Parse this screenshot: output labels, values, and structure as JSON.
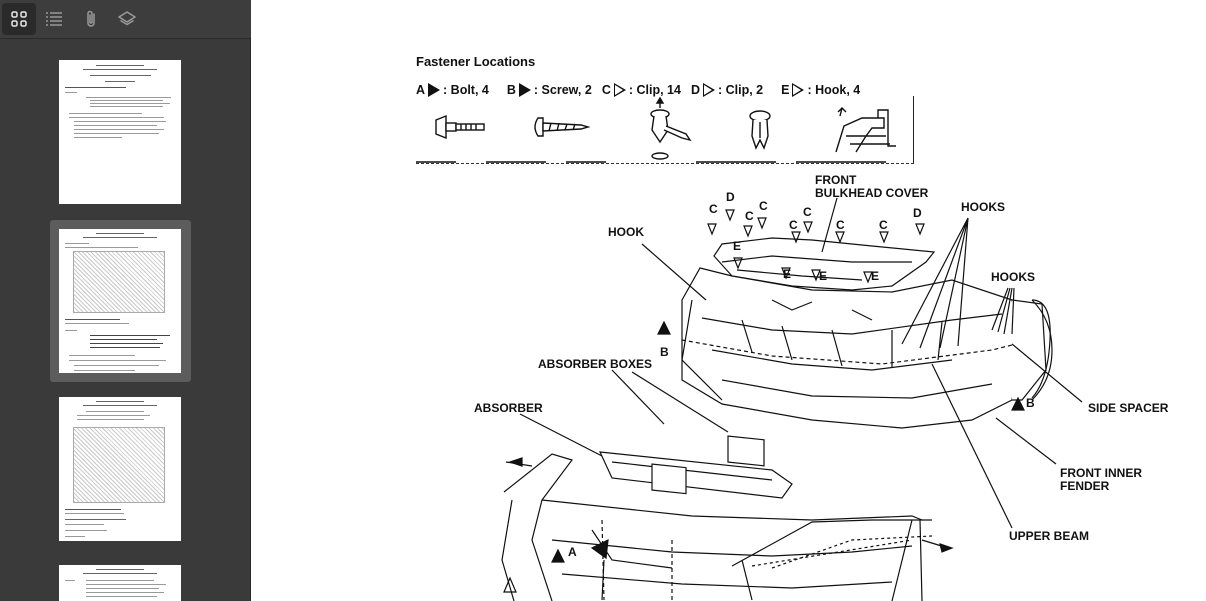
{
  "toolbar": {
    "buttons": [
      {
        "name": "thumbnails-view",
        "icon": "grid-icon",
        "active": true
      },
      {
        "name": "outline-view",
        "icon": "list-icon",
        "active": false
      },
      {
        "name": "attachments-view",
        "icon": "paperclip-icon",
        "active": false
      },
      {
        "name": "layers-view",
        "icon": "layers-icon",
        "active": false
      }
    ]
  },
  "sidebar": {
    "selected_page": 2,
    "colors": {
      "background": "#3a3a3a",
      "selected": "#5c5c5c"
    }
  },
  "page": {
    "title": "Fastener Locations",
    "legend": [
      {
        "letter": "A",
        "marker": "filled",
        "text": ": Bolt, 4"
      },
      {
        "letter": "B",
        "marker": "filled",
        "text": ": Screw, 2"
      },
      {
        "letter": "C",
        "marker": "open",
        "text": ": Clip, 14"
      },
      {
        "letter": "D",
        "marker": "open",
        "text": ": Clip, 2"
      },
      {
        "letter": "E",
        "marker": "open",
        "text": ": Hook, 4"
      }
    ],
    "callouts": {
      "front_bulkhead_cover": "FRONT\nBULKHEAD COVER",
      "hook": "HOOK",
      "hooks_1": "HOOKS",
      "hooks_2": "HOOKS",
      "absorber_boxes": "ABSORBER BOXES",
      "absorber": "ABSORBER",
      "side_spacer": "SIDE SPACER",
      "front_inner_fender": "FRONT INNER\nFENDER",
      "upper_beam": "UPPER BEAM",
      "marker_b_left": "B",
      "marker_b_right": "B",
      "marker_a": "A"
    },
    "clip_letters": [
      "C",
      "D",
      "C",
      "C",
      "C",
      "C",
      "C",
      "C",
      "D",
      "E",
      "E",
      "E",
      "E"
    ]
  }
}
